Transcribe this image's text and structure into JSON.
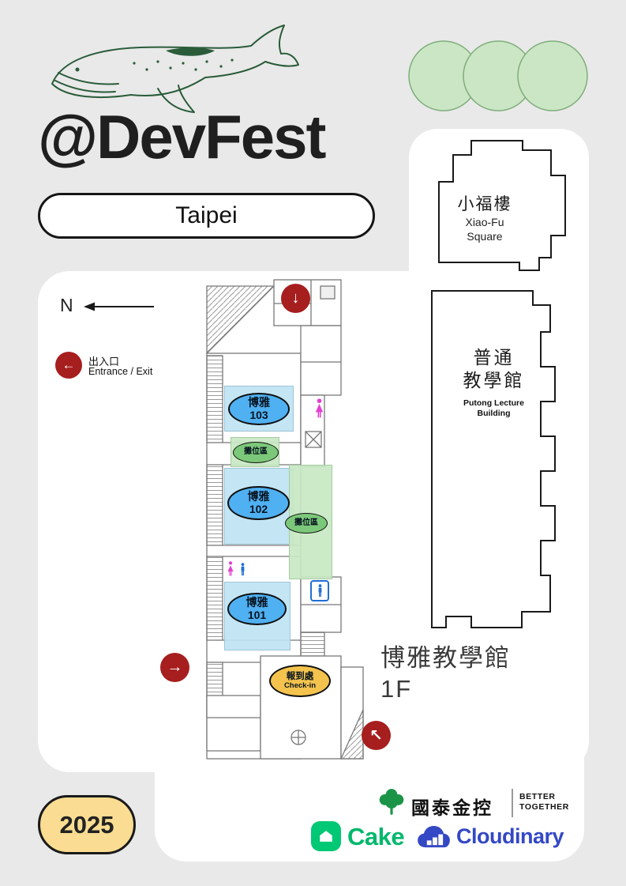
{
  "poster": {
    "title": "@DevFest",
    "city": "Taipei",
    "year": "2025"
  },
  "map": {
    "north_label": "N",
    "legend": {
      "entrance_zh": "出入口",
      "entrance_en": "Entrance / Exit"
    },
    "venue": {
      "name_zh": "博雅教學館",
      "floor": "1F"
    },
    "rooms": [
      {
        "name_zh": "博雅",
        "number": "103"
      },
      {
        "name_zh": "博雅",
        "number": "102"
      },
      {
        "name_zh": "博雅",
        "number": "101"
      }
    ],
    "booths": {
      "upper": "攤位區",
      "lower": "攤位區"
    },
    "checkin": {
      "zh": "報到處",
      "en": "Check-in"
    },
    "nearby_buildings": {
      "xiaofu": {
        "zh": "小福樓",
        "en_line1": "Xiao-Fu",
        "en_line2": "Square"
      },
      "putong": {
        "zh_line1": "普通",
        "zh_line2": "教學館",
        "en_line1": "Putong Lecture",
        "en_line2": "Building"
      }
    }
  },
  "sponsors": {
    "cathay": {
      "name": "國泰金控",
      "tagline_line1": "BETTER",
      "tagline_line2": "TOGETHER"
    },
    "cake": {
      "name": "Cake"
    },
    "cloudinary": {
      "name": "Cloudinary"
    }
  },
  "icons": {
    "arrow_down": "↓",
    "arrow_left": "←",
    "arrow_right": "→",
    "arrow_up_left": "↖"
  },
  "colors": {
    "background": "#e9e9e9",
    "accent_red": "#a61e1e",
    "room_blue": "#4fb0f2",
    "room_blue_light": "#bfe3f3",
    "booth_green": "#7cc87a",
    "booth_green_light": "#c8e8c2",
    "checkin_yellow": "#f3c34d",
    "year_badge_yellow": "#fadd92",
    "deco_green_light": "#cbe6c5",
    "whale_green": "#2a5c3a",
    "wc_pink": "#e33fd0",
    "wc_blue": "#1f6fd4",
    "cake_green": "#00b86b",
    "cloudinary_blue": "#3448c5",
    "cathay_green": "#1b9447"
  }
}
